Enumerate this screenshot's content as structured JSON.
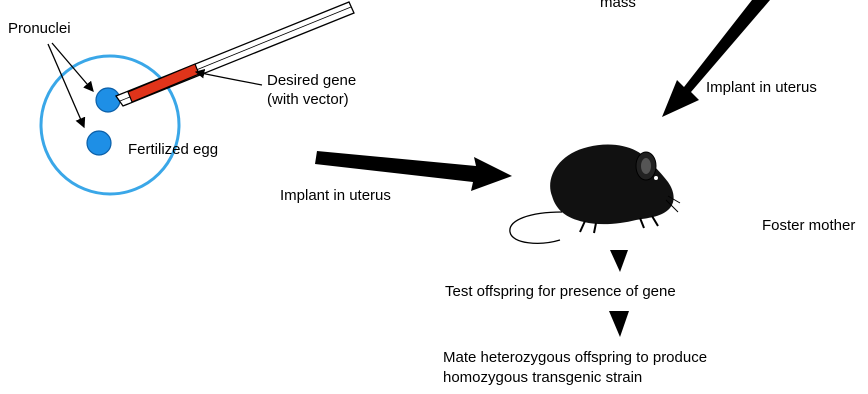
{
  "labels": {
    "pronuclei": "Pronuclei",
    "desired_gene_line1": "Desired gene",
    "desired_gene_line2": "(with vector)",
    "fertilized_egg": "Fertilized egg",
    "implant_left": "Implant in uterus",
    "implant_right": "Implant in uterus",
    "mass": "mass",
    "foster_mother": "Foster mother",
    "test_offspring": "Test offspring for presence of gene",
    "mate_line1": "Mate heterozygous offspring to produce",
    "mate_line2": "homozygous transgenic strain"
  },
  "colors": {
    "egg_outline": "#3aa7e8",
    "nucleus": "#1e8fe6",
    "gene": "#e0341a",
    "arrow": "#000000"
  }
}
